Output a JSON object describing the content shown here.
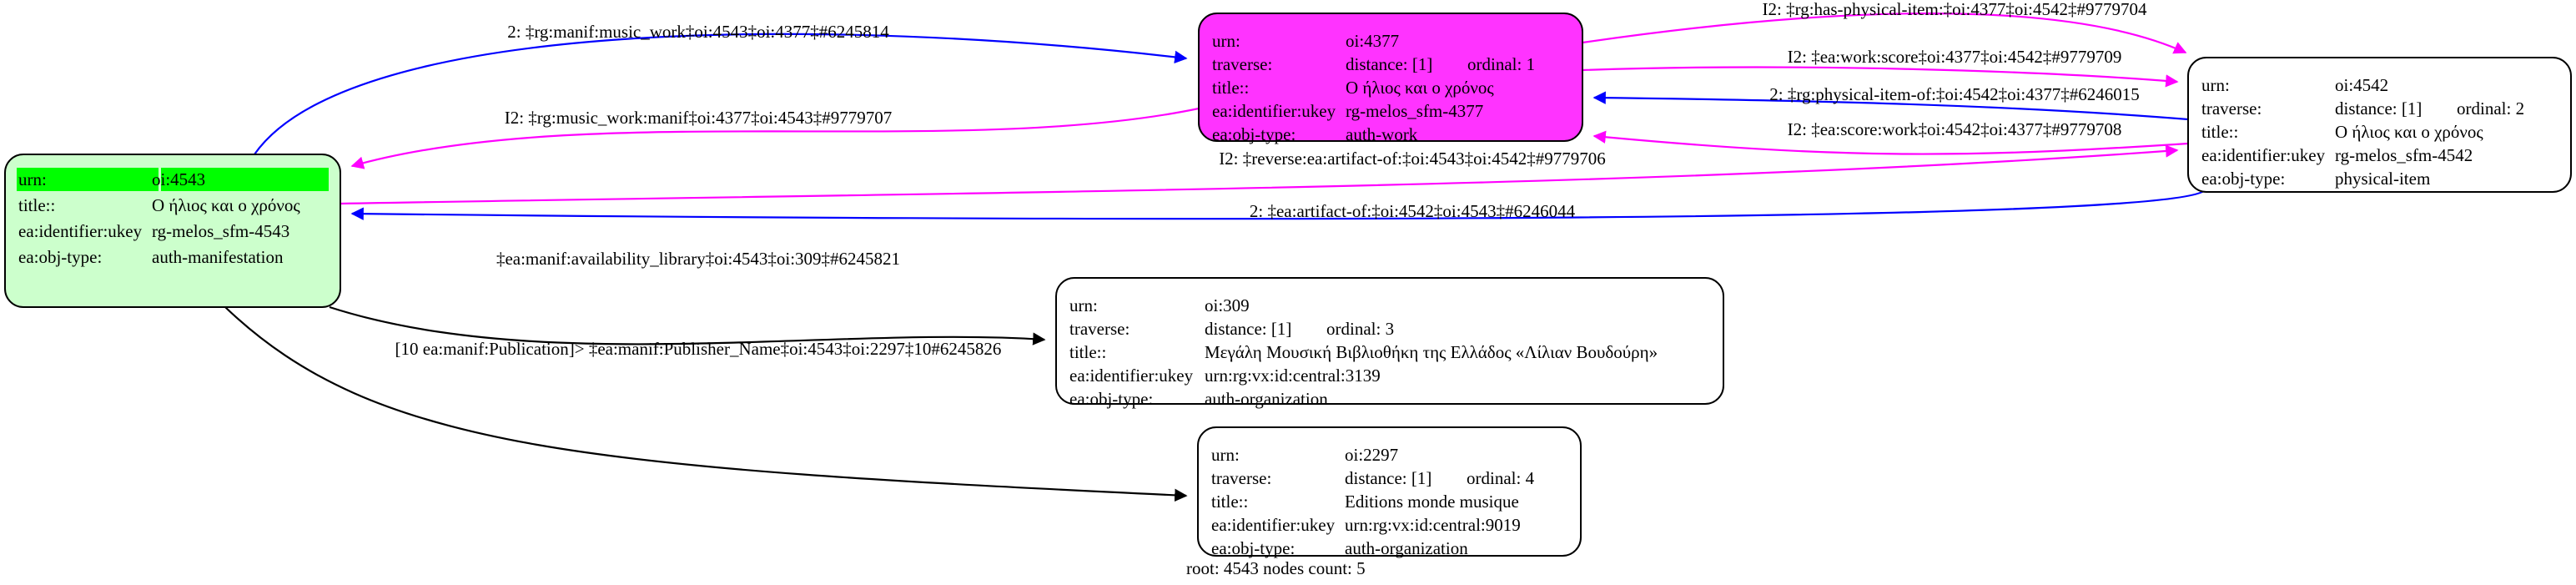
{
  "colors": {
    "root_fill": "#ccffcc",
    "root_highlight": "#00ff00",
    "work_fill": "#ff33ff",
    "default_fill": "#ffffff",
    "blue_edge": "#0000ff",
    "magenta_edge": "#ff00ff",
    "black_edge": "#000000"
  },
  "nodes": [
    {
      "id": "4543",
      "fill": "#ccffcc",
      "rows": [
        {
          "key": "urn:",
          "value": "oi:4543"
        },
        {
          "key": "title::",
          "value": "Ο ήλιος και ο χρόνος"
        },
        {
          "key": "ea:identifier:ukey",
          "value": "rg-melos_sfm-4543"
        },
        {
          "key": "ea:obj-type:",
          "value": "auth-manifestation"
        }
      ]
    },
    {
      "id": "4377",
      "fill": "#ff33ff",
      "rows": [
        {
          "key": "urn:",
          "value": "oi:4377"
        },
        {
          "key": "traverse:",
          "value": "distance: [1]",
          "extra": "ordinal: 1"
        },
        {
          "key": "title::",
          "value": "Ο ήλιος και ο χρόνος"
        },
        {
          "key": "ea:identifier:ukey",
          "value": "rg-melos_sfm-4377"
        },
        {
          "key": "ea:obj-type:",
          "value": "auth-work"
        }
      ]
    },
    {
      "id": "4542",
      "fill": "#ffffff",
      "rows": [
        {
          "key": "urn:",
          "value": "oi:4542"
        },
        {
          "key": "traverse:",
          "value": "distance: [1]",
          "extra": "ordinal: 2"
        },
        {
          "key": "title::",
          "value": "Ο ήλιος και ο χρόνος"
        },
        {
          "key": "ea:identifier:ukey",
          "value": "rg-melos_sfm-4542"
        },
        {
          "key": "ea:obj-type:",
          "value": "physical-item"
        }
      ]
    },
    {
      "id": "309",
      "fill": "#ffffff",
      "rows": [
        {
          "key": "urn:",
          "value": "oi:309"
        },
        {
          "key": "traverse:",
          "value": "distance: [1]",
          "extra": "ordinal: 3"
        },
        {
          "key": "title::",
          "value": "Μεγάλη Μουσική Βιβλιοθήκη της Ελλάδος «Λίλιαν Βουδούρη»"
        },
        {
          "key": "ea:identifier:ukey",
          "value": "urn:rg:vx:id:central:3139"
        },
        {
          "key": "ea:obj-type:",
          "value": "auth-organization"
        }
      ]
    },
    {
      "id": "2297",
      "fill": "#ffffff",
      "rows": [
        {
          "key": "urn:",
          "value": "oi:2297"
        },
        {
          "key": "traverse:",
          "value": "distance: [1]",
          "extra": "ordinal: 4"
        },
        {
          "key": "title::",
          "value": "Editions monde musique"
        },
        {
          "key": "ea:identifier:ukey",
          "value": "urn:rg:vx:id:central:9019"
        },
        {
          "key": "ea:obj-type:",
          "value": "auth-organization"
        }
      ]
    }
  ],
  "edges": [
    {
      "from": "4543",
      "to": "4377",
      "color": "#0000ff",
      "label": "2: ‡rg:manif:music_work‡oi:4543‡oi:4377‡#6245814"
    },
    {
      "from": "4377",
      "to": "4543",
      "color": "#ff00ff",
      "label": "I2: ‡rg:music_work:manif‡oi:4377‡oi:4543‡#9779707"
    },
    {
      "from": "4377",
      "to": "4542",
      "color": "#ff00ff",
      "label": "I2: ‡rg:has-physical-item:‡oi:4377‡oi:4542‡#9779704"
    },
    {
      "from": "4377",
      "to": "4542",
      "color": "#ff00ff",
      "label": "I2: ‡ea:work:score‡oi:4377‡oi:4542‡#9779709"
    },
    {
      "from": "4542",
      "to": "4377",
      "color": "#0000ff",
      "label": "2: ‡rg:physical-item-of:‡oi:4542‡oi:4377‡#6246015"
    },
    {
      "from": "4542",
      "to": "4377",
      "color": "#ff00ff",
      "label": "I2: ‡ea:score:work‡oi:4542‡oi:4377‡#9779708"
    },
    {
      "from": "4543",
      "to": "4542",
      "color": "#ff00ff",
      "label": "I2: ‡reverse:ea:artifact-of:‡oi:4543‡oi:4542‡#9779706"
    },
    {
      "from": "4542",
      "to": "4543",
      "color": "#0000ff",
      "label": "2: ‡ea:artifact-of:‡oi:4542‡oi:4543‡#6246044"
    },
    {
      "from": "4543",
      "to": "309",
      "color": "#000000",
      "label": "‡ea:manif:availability_library‡oi:4543‡oi:309‡#6245821"
    },
    {
      "from": "4543",
      "to": "2297",
      "color": "#000000",
      "label": "[10 ea:manif:Publication]> ‡ea:manif:Publisher_Name‡oi:4543‡oi:2297‡10#6245826"
    }
  ],
  "footer": "root: 4543 nodes count: 5"
}
